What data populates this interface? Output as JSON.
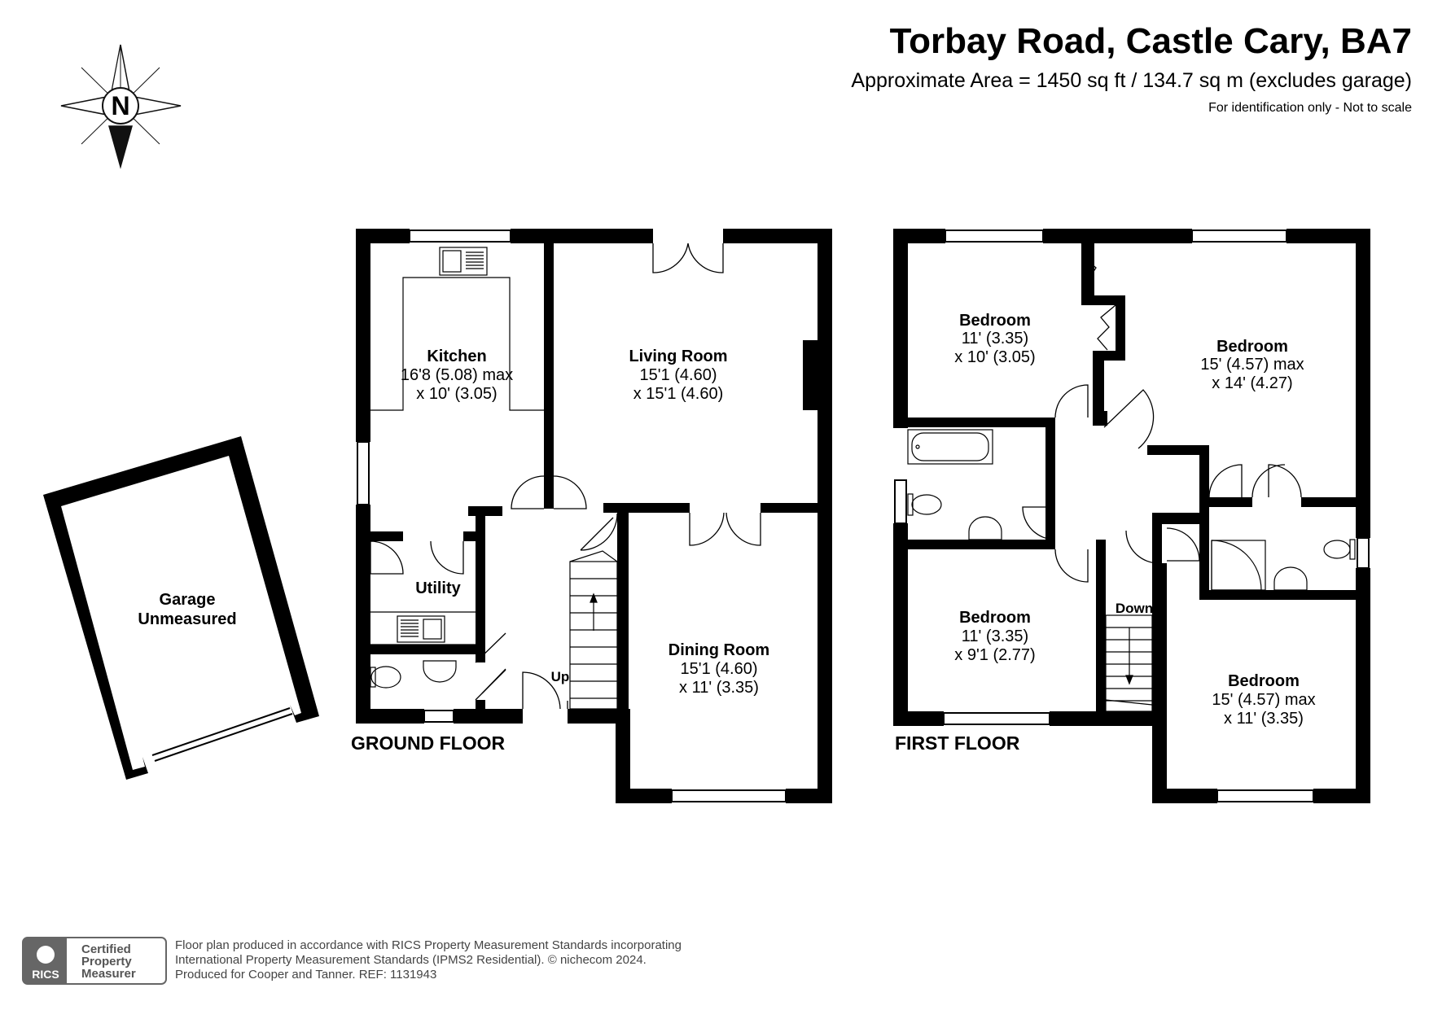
{
  "header": {
    "title": "Torbay Road, Castle Cary, BA7",
    "area": "Approximate Area = 1450 sq ft / 134.7 sq m (excludes garage)",
    "disclaimer": "For identification only - Not to scale"
  },
  "compass": {
    "letter": "N"
  },
  "garage": {
    "line1": "Garage",
    "line2": "Unmeasured"
  },
  "ground_floor": {
    "label": "GROUND FLOOR",
    "kitchen": {
      "name": "Kitchen",
      "dim1": "16'8 (5.08) max",
      "dim2": "x 10' (3.05)"
    },
    "living": {
      "name": "Living Room",
      "dim1": "15'1 (4.60)",
      "dim2": "x 15'1 (4.60)"
    },
    "dining": {
      "name": "Dining Room",
      "dim1": "15'1 (4.60)",
      "dim2": "x 11' (3.35)"
    },
    "utility": {
      "name": "Utility"
    },
    "stairs": "Up"
  },
  "first_floor": {
    "label": "FIRST FLOOR",
    "bed_nw": {
      "name": "Bedroom",
      "dim1": "11' (3.35)",
      "dim2": "x 10' (3.05)"
    },
    "bed_ne": {
      "name": "Bedroom",
      "dim1": "15' (4.57) max",
      "dim2": "x 14' (4.27)"
    },
    "bed_sw": {
      "name": "Bedroom",
      "dim1": "11' (3.35)",
      "dim2": "x 9'1 (2.77)"
    },
    "bed_se": {
      "name": "Bedroom",
      "dim1": "15' (4.57) max",
      "dim2": "x 11' (3.35)"
    },
    "stairs": "Down"
  },
  "footer": {
    "badge_brand": "RICS",
    "badge_line1": "Certified",
    "badge_line2": "Property",
    "badge_line3": "Measurer",
    "line1": "Floor plan produced in accordance with RICS Property Measurement Standards incorporating",
    "line2": "International Property Measurement Standards (IPMS2 Residential).   © nichecom 2024.",
    "line3": "Produced for Cooper and Tanner.   REF: 1131943"
  },
  "colors": {
    "wall": "#000000",
    "background": "#ffffff",
    "badge": "#666666"
  }
}
